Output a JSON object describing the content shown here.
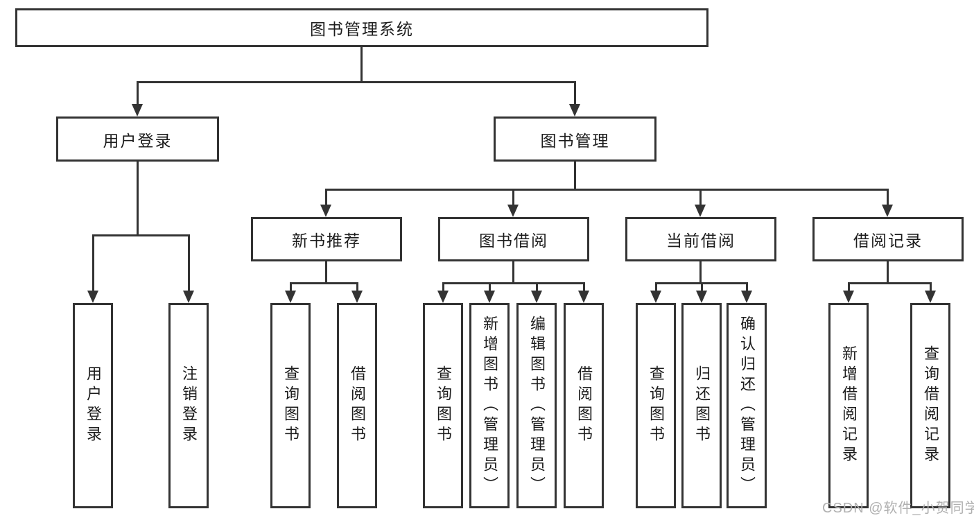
{
  "diagram": {
    "tree": {
      "label": "图书管理系统",
      "children": [
        {
          "label": "用户登录",
          "children": [
            {
              "label": "用户登录"
            },
            {
              "label": "注销登录"
            }
          ]
        },
        {
          "label": "图书管理",
          "children": [
            {
              "label": "新书推荐",
              "children": [
                {
                  "label": "查询图书"
                },
                {
                  "label": "借阅图书"
                }
              ]
            },
            {
              "label": "图书借阅",
              "children": [
                {
                  "label": "查询图书"
                },
                {
                  "label": "新增图书（管理员）"
                },
                {
                  "label": "编辑图书（管理员）"
                },
                {
                  "label": "借阅图书"
                }
              ]
            },
            {
              "label": "当前借阅",
              "children": [
                {
                  "label": "查询图书"
                },
                {
                  "label": "归还图书"
                },
                {
                  "label": "确认归还（管理员）"
                }
              ]
            },
            {
              "label": "借阅记录",
              "children": [
                {
                  "label": "新增借阅记录"
                },
                {
                  "label": "查询借阅记录"
                }
              ]
            }
          ]
        }
      ]
    },
    "colors": {
      "line": "#333333",
      "text": "#1c1c1c",
      "background": "#ffffff",
      "watermark": "#b0b0b0"
    }
  },
  "watermark": {
    "text": "CSDN @软件_小贺同学"
  }
}
